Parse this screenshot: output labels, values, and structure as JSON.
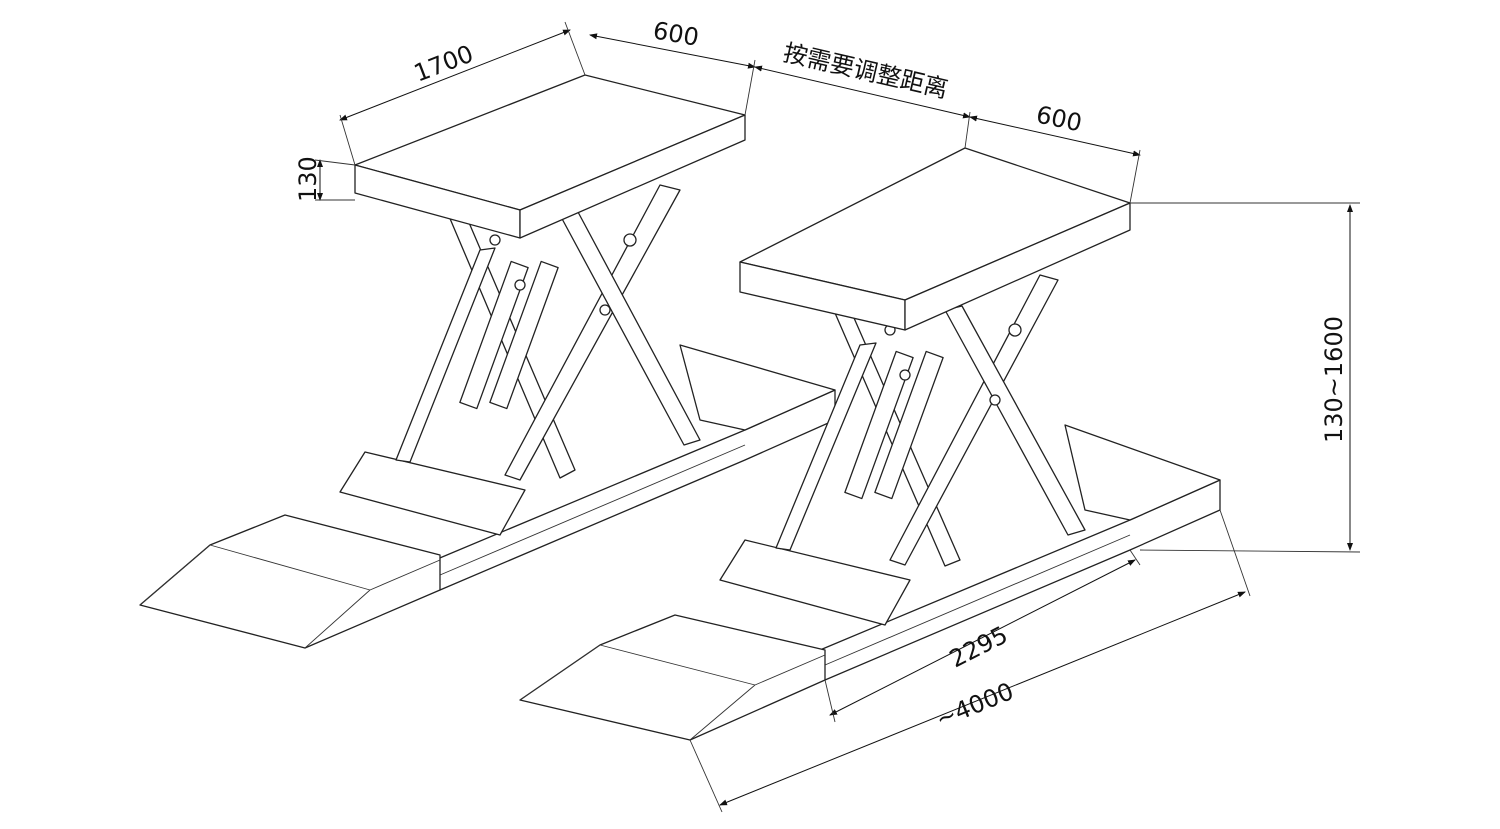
{
  "dimensions": {
    "platform_length": "1700",
    "platform_width_left": "600",
    "adjustable_gap": "按需要调整距离",
    "platform_width_right": "600",
    "platform_height": "130",
    "lift_height_range": "130~1600",
    "base_length": "2295",
    "total_length": "~4000"
  }
}
